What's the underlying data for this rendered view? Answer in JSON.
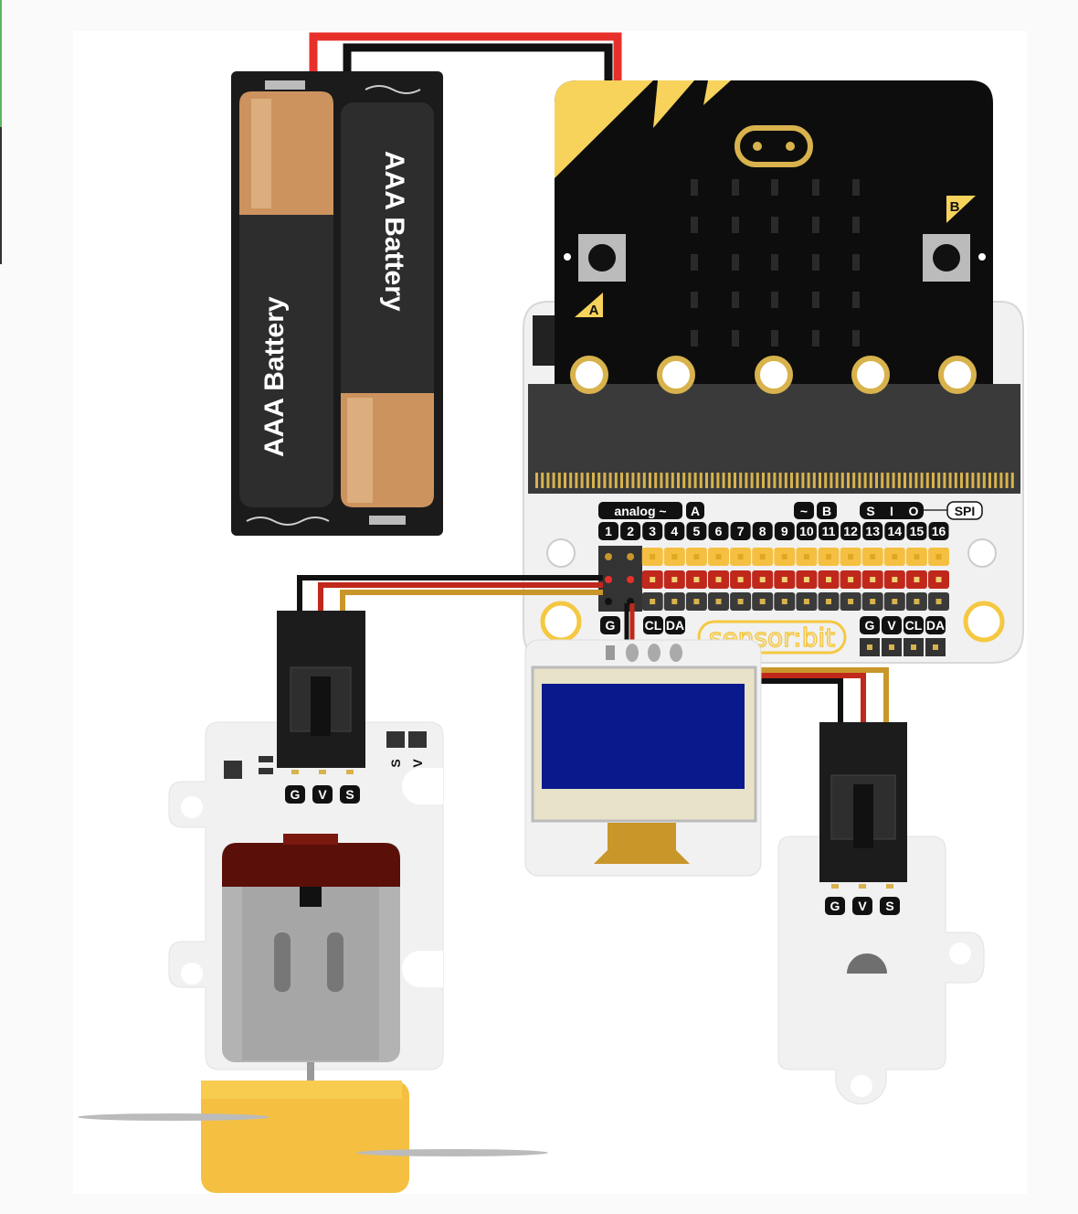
{
  "battery": {
    "left_label": "AAA Battery",
    "right_label": "AAA Battery"
  },
  "microbit": {
    "button_a": "A",
    "button_b": "B"
  },
  "sensorbit": {
    "analog_label": "analog ~",
    "a_label": "A",
    "pwm_label": "~",
    "b_label": "B",
    "spi_pins": [
      "S",
      "I",
      "O"
    ],
    "spi_label": "SPI",
    "pins": [
      "1",
      "2",
      "3",
      "4",
      "5",
      "6",
      "7",
      "8",
      "9",
      "10",
      "11",
      "12",
      "13",
      "14",
      "15",
      "16"
    ],
    "left_i2c": [
      "G",
      "CL",
      "DA"
    ],
    "brand": "sensor:bit",
    "right_i2c": [
      "G",
      "V",
      "CL",
      "DA"
    ]
  },
  "motor_module": {
    "side_pins": [
      "V",
      "S"
    ],
    "pins": [
      "G",
      "V",
      "S"
    ]
  },
  "sensor_module": {
    "pins": [
      "G",
      "V",
      "S"
    ]
  },
  "colors": {
    "wire_red": "#e8302a",
    "wire_black": "#111111",
    "wire_yellow": "#c9962a",
    "microbit_yellow": "#f7d35c",
    "oled_blue": "#0a1a8c"
  }
}
